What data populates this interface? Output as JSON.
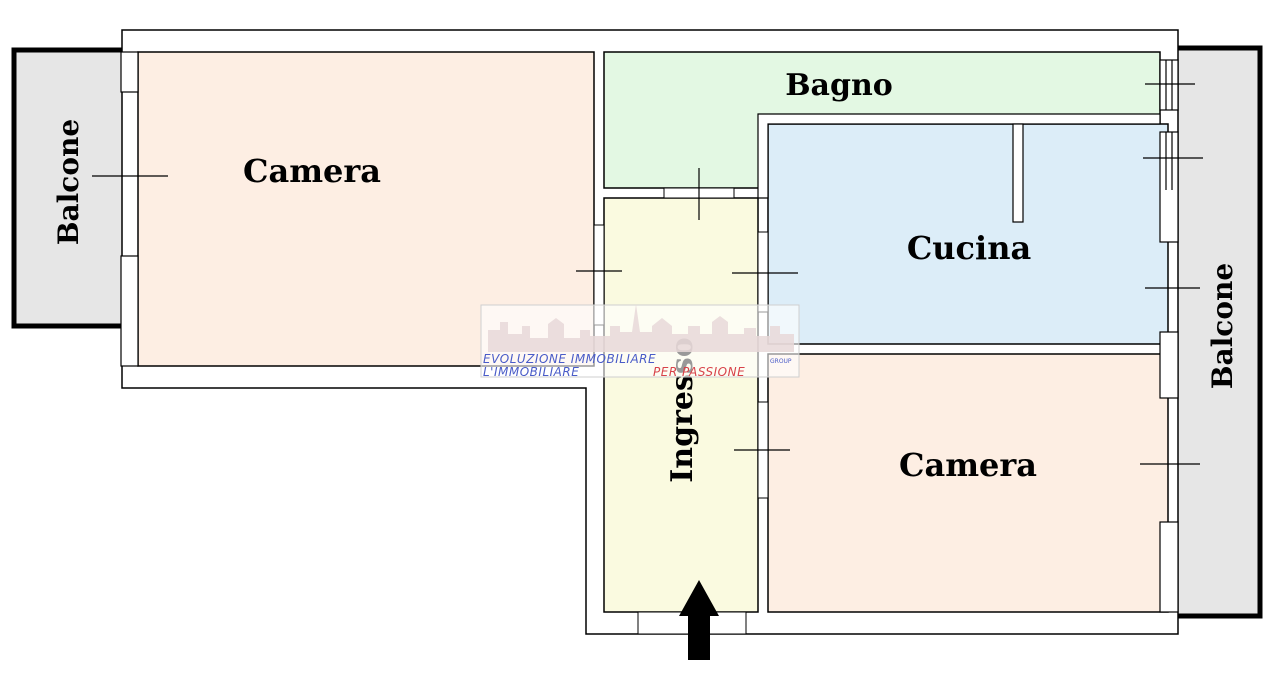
{
  "plan": {
    "rooms": [
      {
        "id": "camera-1",
        "label": "Camera",
        "color": "#fdeee3"
      },
      {
        "id": "bagno",
        "label": "Bagno",
        "color": "#e3f8e3"
      },
      {
        "id": "cucina",
        "label": "Cucina",
        "color": "#dcedf8"
      },
      {
        "id": "ingresso",
        "label": "Ingresso",
        "color": "#fafae0"
      },
      {
        "id": "camera-2",
        "label": "Camera",
        "color": "#fdeee3"
      }
    ],
    "balconies": [
      {
        "id": "balcone-left",
        "label": "Balcone",
        "color": "#e6e6e6"
      },
      {
        "id": "balcone-right",
        "label": "Balcone",
        "color": "#e6e6e6"
      }
    ],
    "watermark": {
      "line1": "EVOLUZIONE IMMOBILIARE",
      "line1_suffix": "GROUP",
      "line2_a": "L'IMMOBILIARE",
      "line2_b": "PER PASSIONE",
      "color_a": "#4a5cc8",
      "color_b": "#d8434a"
    },
    "colors": {
      "wall": "#000000",
      "wall_fill": "#ffffff",
      "background": "#ffffff",
      "entrance_arrow": "#000000"
    }
  }
}
